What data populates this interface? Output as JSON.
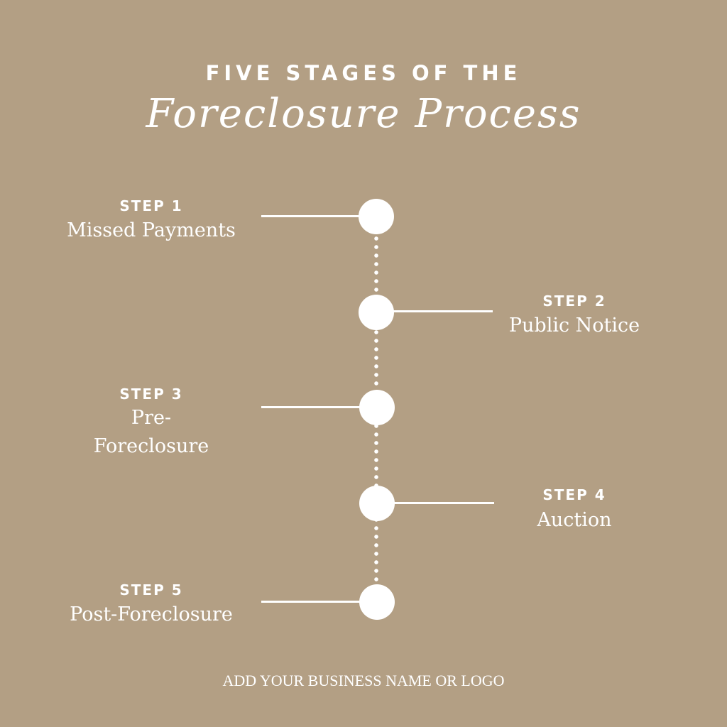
{
  "header": {
    "kicker": "FIVE STAGES OF THE",
    "title": "Foreclosure Process"
  },
  "steps": [
    {
      "label": "STEP 1",
      "name": "Missed Payments"
    },
    {
      "label": "STEP 2",
      "name": "Public Notice"
    },
    {
      "label": "STEP 3",
      "name": "Pre-Foreclosure"
    },
    {
      "label": "STEP 4",
      "name": "Auction"
    },
    {
      "label": "STEP 5",
      "name": "Post-Foreclosure"
    }
  ],
  "footer": {
    "text": "ADD YOUR BUSINESS NAME OR LOGO"
  },
  "colors": {
    "background": "#b39f84",
    "foreground": "#ffffff"
  }
}
